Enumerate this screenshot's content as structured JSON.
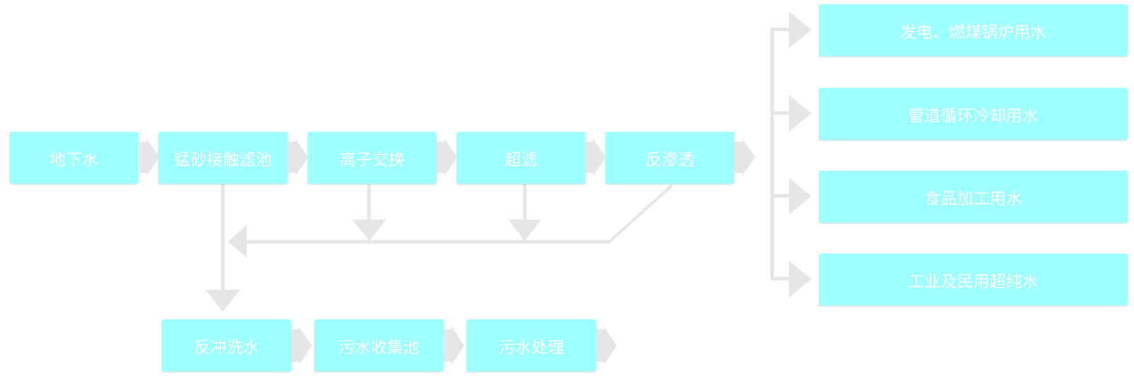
{
  "colors": {
    "box_fill": "#9effff",
    "box_text": "#ffffff",
    "connector": "#e6e6e6"
  },
  "nodes": {
    "groundwater": "地下水",
    "mn_sand_filter": "锰砂接触滤池",
    "ion_exchange": "离子交换",
    "ultrafiltration": "超滤",
    "reverse_osmosis": "反渗透",
    "backwash_water": "反冲洗水",
    "sewage_collection_tank": "污水收集池",
    "sewage_treatment": "污水处理"
  },
  "outputs": [
    "发电、燃煤锅炉用水",
    "管道循环冷却用水",
    "食品加工用水",
    "工业及民用超纯水"
  ]
}
